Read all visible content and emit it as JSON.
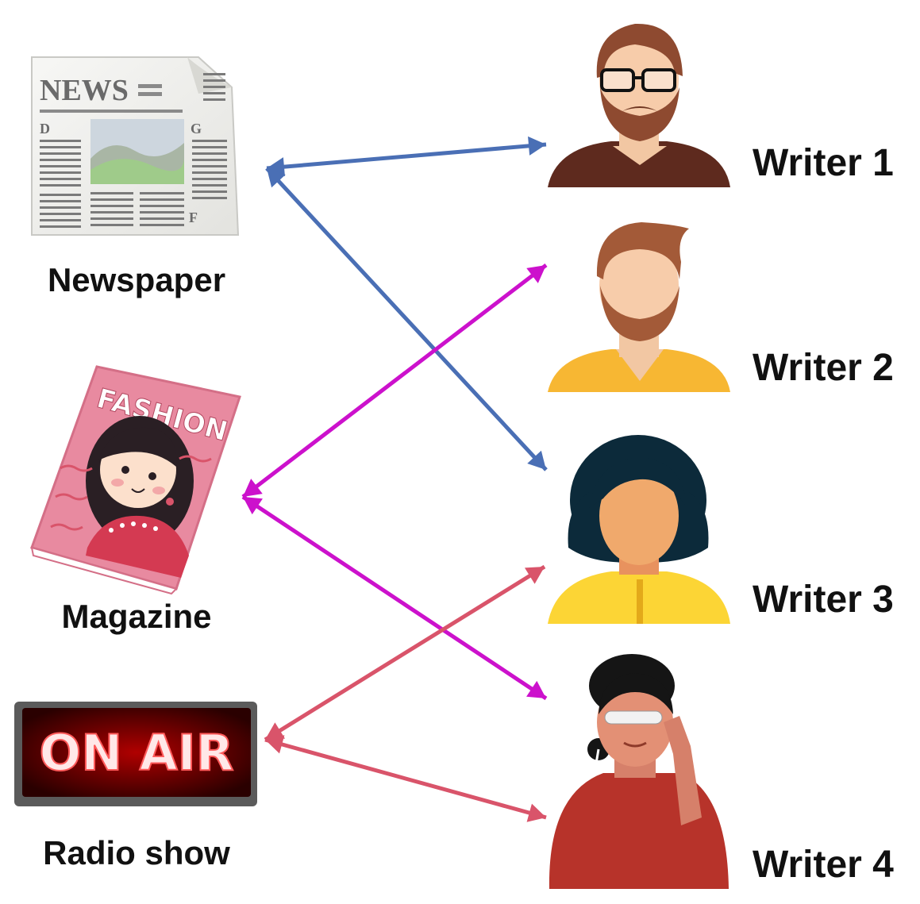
{
  "media": [
    {
      "id": "newspaper",
      "label": "Newspaper"
    },
    {
      "id": "magazine",
      "label": "Magazine"
    },
    {
      "id": "radio",
      "label": "Radio show"
    }
  ],
  "writers": [
    {
      "id": "writer1",
      "label": "Writer 1"
    },
    {
      "id": "writer2",
      "label": "Writer 2"
    },
    {
      "id": "writer3",
      "label": "Writer 3"
    },
    {
      "id": "writer4",
      "label": "Writer 4"
    }
  ],
  "icons": {
    "newspaper": {
      "masthead": "NEWS",
      "column_letters": [
        "D",
        "G",
        "F"
      ]
    },
    "magazine": {
      "cover_title": "FASHION"
    },
    "radio": {
      "sign_text": "ON AIR"
    }
  },
  "connections": [
    {
      "from": "newspaper",
      "to": "writer1",
      "color": "#4a6fb5"
    },
    {
      "from": "newspaper",
      "to": "writer3",
      "color": "#4a6fb5"
    },
    {
      "from": "magazine",
      "to": "writer2",
      "color": "#cc11cc"
    },
    {
      "from": "magazine",
      "to": "writer4",
      "color": "#cc11cc"
    },
    {
      "from": "radio",
      "to": "writer3",
      "color": "#d9546a"
    },
    {
      "from": "radio",
      "to": "writer4",
      "color": "#d9546a"
    }
  ]
}
